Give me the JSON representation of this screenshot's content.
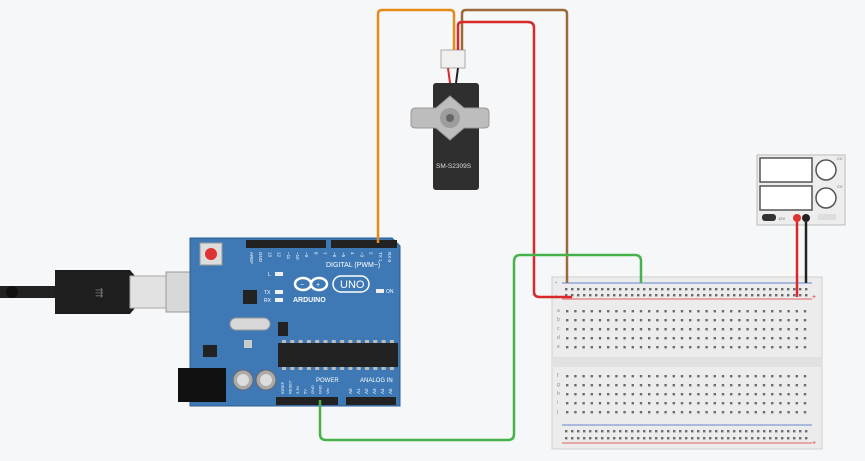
{
  "workspace": {
    "background": "#f6f7f8"
  },
  "arduino": {
    "brand": "ARDUINO",
    "model": "UNO",
    "digital_label": "DIGITAL (PWM~)",
    "power_label": "POWER",
    "analog_label": "ANALOG IN",
    "led_labels": [
      "L",
      "TX",
      "RX",
      "ON"
    ],
    "top_pins": [
      "AREF",
      "GND",
      "13",
      "12",
      "~11",
      "~10",
      "~9",
      "8",
      "7",
      "~6",
      "~5",
      "4",
      "~3",
      "2",
      "TX 1",
      "RX 0"
    ],
    "power_pins": [
      "IOREF",
      "RESET",
      "3.3V",
      "5V",
      "GND",
      "GND",
      "Vin"
    ],
    "analog_pins": [
      "A0",
      "A1",
      "A2",
      "A3",
      "A4",
      "A5"
    ],
    "board_color": "#3e79b6"
  },
  "servo": {
    "label": "SM-S2309S",
    "body_color": "#2f2f2f"
  },
  "power_supply": {
    "label": "12V",
    "knob_labels": [
      "CC",
      "CV"
    ]
  },
  "breadboard": {
    "row_letters_top": [
      "a",
      "b",
      "c",
      "d",
      "e"
    ],
    "row_letters_bottom": [
      "f",
      "g",
      "h",
      "i",
      "j"
    ],
    "columns": 30,
    "rail_plus": "+",
    "rail_minus": "-"
  },
  "wires": [
    {
      "name": "orange-signal-wire",
      "color": "#e88a1a"
    },
    {
      "name": "brown-ground-wire",
      "color": "#9b6a3c"
    },
    {
      "name": "red-power-wire",
      "color": "#d8282b"
    },
    {
      "name": "green-ground-wire",
      "color": "#46b34a"
    },
    {
      "name": "black-supply-wire",
      "color": "#222222"
    }
  ]
}
